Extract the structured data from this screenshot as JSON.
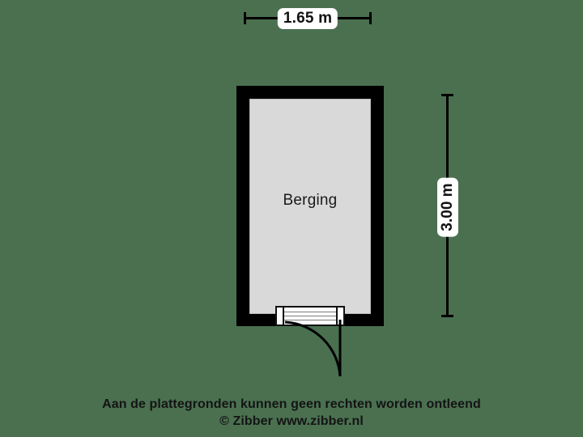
{
  "background_color": "#4a7050",
  "floor_color": "#d9d9d9",
  "wall_color": "#000000",
  "label_badge_color": "#ffffff",
  "room": {
    "name": "Berging"
  },
  "dimensions": {
    "width_label": "1.65 m",
    "height_label": "3.00 m"
  },
  "door": {
    "icon_name": "door-swing-arc"
  },
  "caption": {
    "line1": "Aan de plattegronden kunnen geen rechten worden ontleend",
    "line2": "© Zibber www.zibber.nl"
  }
}
